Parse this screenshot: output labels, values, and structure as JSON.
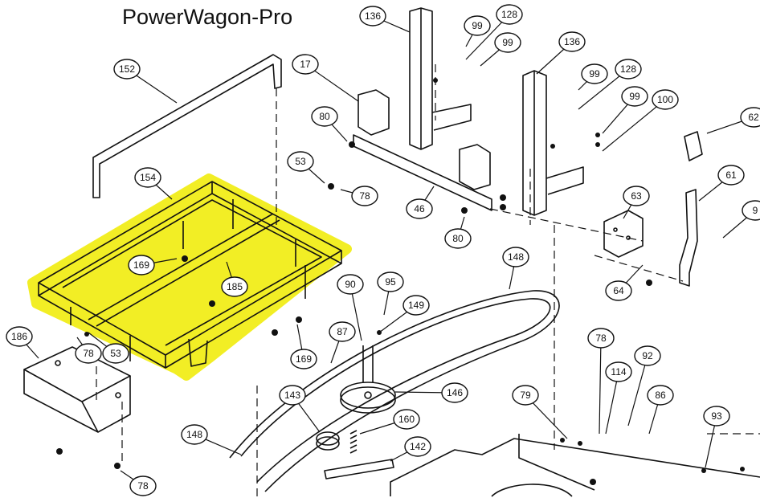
{
  "title": "PowerWagon-Pro",
  "colors": {
    "highlight": "#f2ee1a",
    "ink": "#111111",
    "background": "#ffffff"
  },
  "callouts": [
    {
      "id": "c1",
      "label": "136"
    },
    {
      "id": "c2",
      "label": "99"
    },
    {
      "id": "c3",
      "label": "128"
    },
    {
      "id": "c4",
      "label": "99"
    },
    {
      "id": "c5",
      "label": "136"
    },
    {
      "id": "c6",
      "label": "17"
    },
    {
      "id": "c7",
      "label": "152"
    },
    {
      "id": "c8",
      "label": "99"
    },
    {
      "id": "c9",
      "label": "128"
    },
    {
      "id": "c10",
      "label": "99"
    },
    {
      "id": "c11",
      "label": "100"
    },
    {
      "id": "c12",
      "label": "62"
    },
    {
      "id": "c13",
      "label": "80"
    },
    {
      "id": "c14",
      "label": "53"
    },
    {
      "id": "c15",
      "label": "78"
    },
    {
      "id": "c16",
      "label": "154"
    },
    {
      "id": "c17",
      "label": "46"
    },
    {
      "id": "c18",
      "label": "80"
    },
    {
      "id": "c19",
      "label": "63"
    },
    {
      "id": "c20",
      "label": "61"
    },
    {
      "id": "c21",
      "label": "9"
    },
    {
      "id": "c22",
      "label": "169"
    },
    {
      "id": "c23",
      "label": "185"
    },
    {
      "id": "c24",
      "label": "148"
    },
    {
      "id": "c25",
      "label": "90"
    },
    {
      "id": "c26",
      "label": "95"
    },
    {
      "id": "c27",
      "label": "149"
    },
    {
      "id": "c28",
      "label": "64"
    },
    {
      "id": "c29",
      "label": "186"
    },
    {
      "id": "c30",
      "label": "78"
    },
    {
      "id": "c31",
      "label": "53"
    },
    {
      "id": "c32",
      "label": "169"
    },
    {
      "id": "c33",
      "label": "87"
    },
    {
      "id": "c34",
      "label": "78"
    },
    {
      "id": "c35",
      "label": "92"
    },
    {
      "id": "c36",
      "label": "114"
    },
    {
      "id": "c37",
      "label": "146"
    },
    {
      "id": "c38",
      "label": "79"
    },
    {
      "id": "c39",
      "label": "86"
    },
    {
      "id": "c40",
      "label": "143"
    },
    {
      "id": "c41",
      "label": "160"
    },
    {
      "id": "c42",
      "label": "93"
    },
    {
      "id": "c43",
      "label": "148"
    },
    {
      "id": "c44",
      "label": "142"
    },
    {
      "id": "c45",
      "label": "78"
    }
  ]
}
